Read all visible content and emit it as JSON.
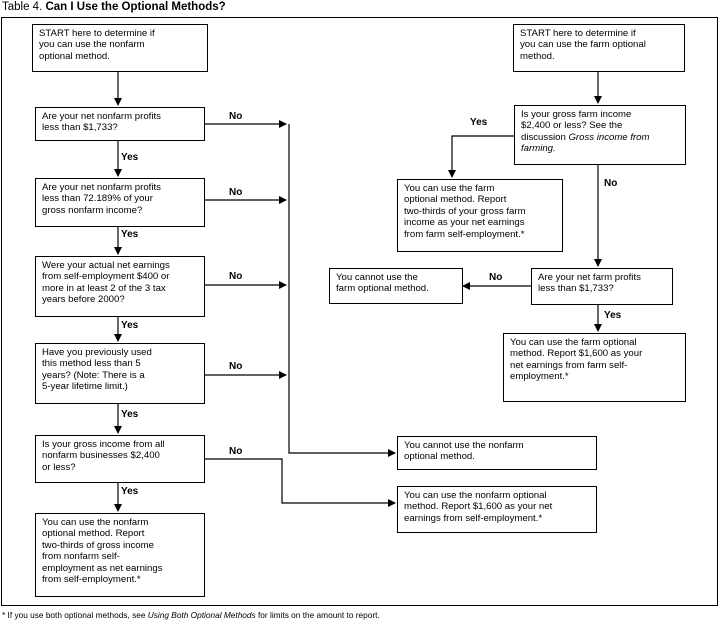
{
  "title": {
    "prefix": "Table 4.",
    "bold": "Can I Use the Optional Methods?"
  },
  "nodes": {
    "nf_start": [
      "START here to determine if",
      "you can use the nonfarm",
      "optional method."
    ],
    "nf_q1": [
      "Are your net nonfarm profits",
      "less than $1,733?"
    ],
    "nf_q2": [
      "Are your net nonfarm profits",
      "less than 72.189% of your",
      "gross nonfarm income?"
    ],
    "nf_q3": [
      "Were your actual net earnings",
      "from self-employment $400 or",
      "more in at least 2 of the 3 tax",
      "years before 2000?"
    ],
    "nf_q4": [
      "Have you previously used",
      "this method less than 5",
      "years? (Note: There is a",
      "5-year lifetime limit.)"
    ],
    "nf_q5": [
      "Is your gross income from all",
      "nonfarm businesses $2,400",
      "or less?"
    ],
    "nf_yes_final": [
      "You can use the nonfarm",
      "optional method. Report",
      "two-thirds of gross income",
      "from nonfarm self-",
      "employment as net earnings",
      "from self-employment.*"
    ],
    "nf_cannot": [
      "You cannot use the nonfarm",
      "optional method."
    ],
    "nf_1600": [
      "You can use the nonfarm optional",
      "method. Report $1,600 as your net",
      "earnings from self-employment.*"
    ],
    "f_start": [
      "START here to determine if",
      "you can use the farm optional",
      "method."
    ],
    "f_q1": [
      "Is your gross farm income",
      "$2,400 or less? See the",
      "discussion ",
      "Gross income from",
      "farming."
    ],
    "f_twothirds": [
      "You can use the farm",
      "optional method. Report",
      "two-thirds of your gross farm",
      "income as your net earnings",
      "from farm self-employment.*"
    ],
    "f_q2": [
      "Are your net farm profits",
      "less than $1,733?"
    ],
    "f_cannot": [
      "You cannot use the",
      "farm optional method."
    ],
    "f_1600": [
      "You can use the farm optional",
      "method. Report $1,600 as your",
      "net earnings from farm self-",
      "employment.*"
    ]
  },
  "labels": {
    "yes": "Yes",
    "no": "No"
  },
  "footnote": {
    "prefix": "* If you use both optional methods, see ",
    "italic": "Using Both Optional Methods",
    "suffix": " for limits on the amount to report."
  }
}
